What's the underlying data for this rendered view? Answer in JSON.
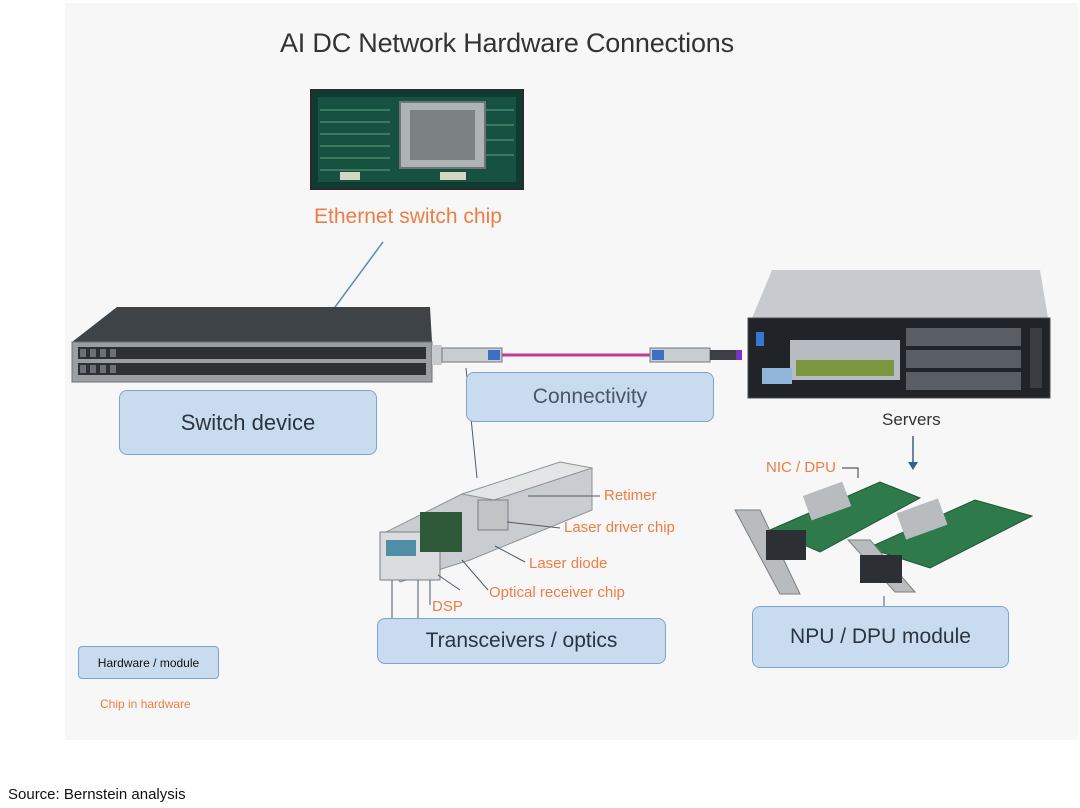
{
  "title": "AI DC Network Hardware Connections",
  "chip_labels": {
    "ethernet_switch_chip": "Ethernet switch chip",
    "retimer": "Retimer",
    "laser_driver_chip": "Laser driver chip",
    "laser_diode": "Laser diode",
    "optical_receiver_chip": "Optical receiver chip",
    "dsp": "DSP",
    "nic_dpu": "NIC / DPU"
  },
  "hardware_boxes": {
    "switch_device": "Switch device",
    "connectivity": "Connectivity",
    "transceivers": "Transceivers / optics",
    "npu_dpu_module": "NPU / DPU module"
  },
  "servers_label": "Servers",
  "legend": {
    "hardware_module": "Hardware  / module",
    "chip_in_hardware": "Chip in hardware"
  },
  "source": "Source: Bernstein analysis",
  "colors": {
    "chip_label": "#ee7d45",
    "box_fill": "#c9dcef",
    "box_border": "#7ea3cc",
    "cable": "#c23a9a"
  }
}
